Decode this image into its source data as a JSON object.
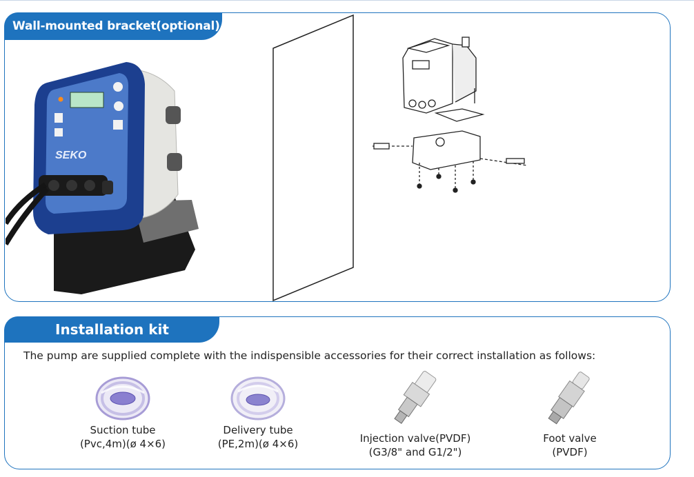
{
  "bracket_section": {
    "title": "Wall-mounted bracket(optional)",
    "pump_brand": "SEKO"
  },
  "kit_section": {
    "title": "Installation kit",
    "intro": "The pump are supplied complete with the indispensible accessories for their correct installation as follows:",
    "items": [
      {
        "line1": "Suction tube",
        "line2": "(Pvc,4m)(ø 4×6)",
        "icon": "tube-coil-icon"
      },
      {
        "line1": "Delivery tube",
        "line2": "(PE,2m)(ø 4×6)",
        "icon": "tube-coil-icon"
      },
      {
        "line1": "Injection valve(PVDF)",
        "line2": "(G3/8\" and G1/2\")",
        "icon": "injection-valve-icon"
      },
      {
        "line1": "Foot valve",
        "line2": "(PVDF)",
        "icon": "foot-valve-icon"
      }
    ]
  },
  "colors": {
    "accent": "#1e73be",
    "pump_body": "#1c3f8f",
    "pump_case": "#e9e9e6"
  }
}
